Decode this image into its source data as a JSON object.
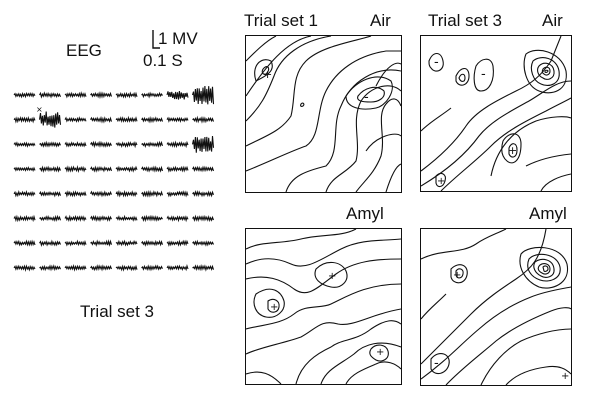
{
  "eeg_label": "EEG",
  "scale": {
    "amplitude": "1 MV",
    "time": "0.1 S"
  },
  "trial_set_bottom": "Trial set 3",
  "panels": [
    {
      "name": "trial1-air",
      "title": "Trial set 1",
      "condition": "Air"
    },
    {
      "name": "trial3-air",
      "title": "Trial set 3",
      "condition": "Air"
    },
    {
      "name": "trial1-amyl",
      "title": "",
      "condition": "Amyl"
    },
    {
      "name": "trial3-amyl",
      "title": "",
      "condition": "Amyl"
    }
  ],
  "trace_grid": {
    "rows": 8,
    "cols": 8
  },
  "colors": {
    "ink": "#111111",
    "background": "#ffffff"
  }
}
